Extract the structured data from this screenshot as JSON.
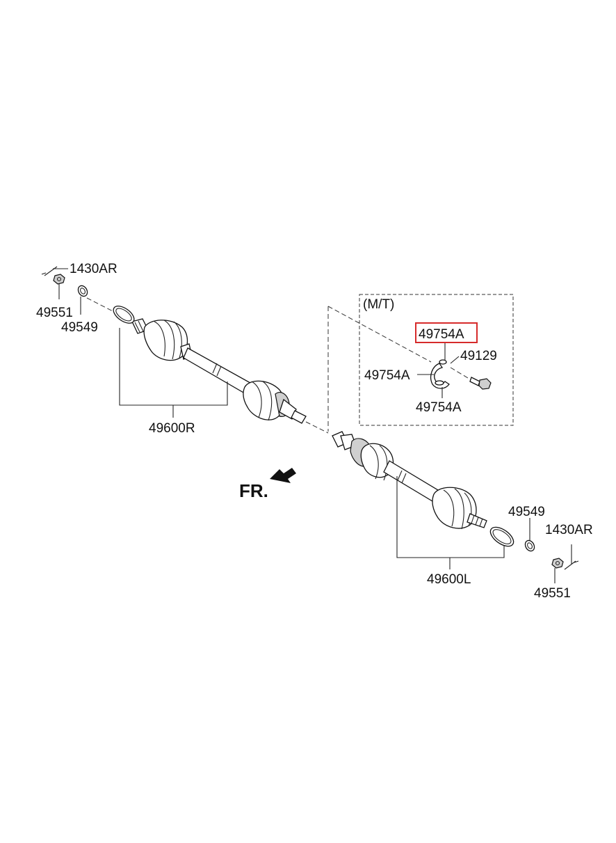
{
  "diagram": {
    "group_label": "(M/T)",
    "front_label": "FR.",
    "highlight_color": "#d62a2a",
    "labels": {
      "top_left_pin": "1430AR",
      "top_left_nut": "49551",
      "top_left_washer": "49549",
      "right_shaft": "49600R",
      "mt_highlighted": "49754A",
      "mt_bolt": "49129",
      "mt_left": "49754A",
      "mt_bottom": "49754A",
      "left_shaft": "49600L",
      "bottom_right_washer": "49549",
      "bottom_right_pin": "1430AR",
      "bottom_right_nut": "49551"
    }
  }
}
